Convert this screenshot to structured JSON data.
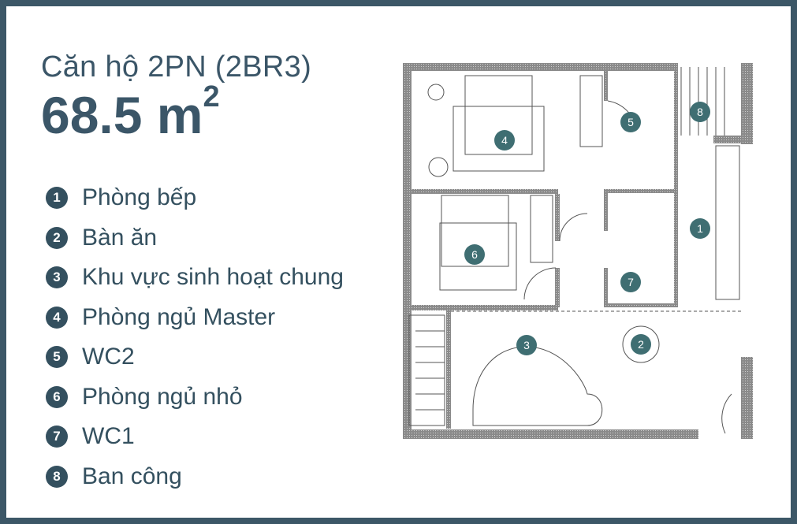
{
  "header": {
    "title": "Căn hộ 2PN (2BR3)",
    "area_value": "68.5 m",
    "area_unit_sup": "2"
  },
  "legend": [
    {
      "num": "1",
      "label": "Phòng bếp"
    },
    {
      "num": "2",
      "label": "Bàn ăn"
    },
    {
      "num": "3",
      "label": "Khu vực sinh hoạt chung"
    },
    {
      "num": "4",
      "label": "Phòng ngủ Master"
    },
    {
      "num": "5",
      "label": "WC2"
    },
    {
      "num": "6",
      "label": "Phòng ngủ nhỏ"
    },
    {
      "num": "7",
      "label": "WC1"
    },
    {
      "num": "8",
      "label": "Ban công"
    }
  ],
  "colors": {
    "frame": "#3c5767",
    "text": "#3b5668",
    "marker": "#3f6e72",
    "wall": "#777777"
  }
}
